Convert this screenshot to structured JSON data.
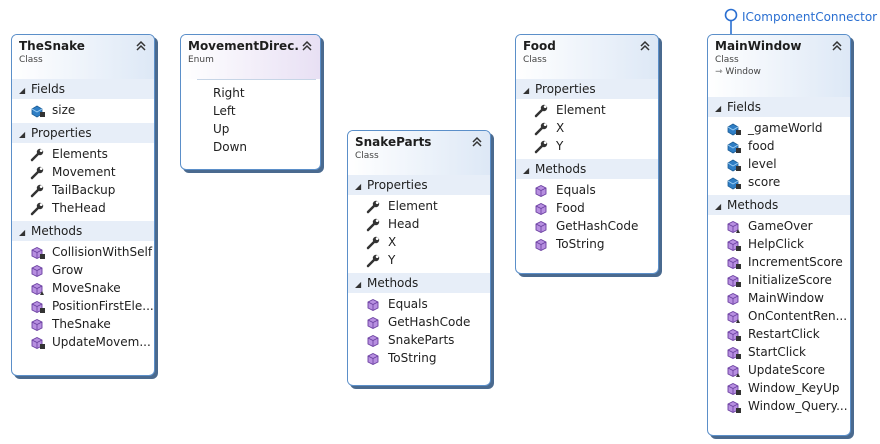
{
  "classes": {
    "snake": {
      "name": "TheSnake",
      "kind": "Class",
      "sections": {
        "fields": {
          "title": "Fields",
          "items": [
            "size"
          ]
        },
        "properties": {
          "title": "Properties",
          "items": [
            "Elements",
            "Movement",
            "TailBackup",
            "TheHead"
          ]
        },
        "methods": {
          "title": "Methods",
          "items": [
            "CollisionWithSelf",
            "Grow",
            "MoveSnake",
            "PositionFirstEle...",
            "TheSnake",
            "UpdateMovem..."
          ]
        }
      }
    },
    "movement": {
      "name": "MovementDirec...",
      "kind": "Enum",
      "values": [
        "Right",
        "Left",
        "Up",
        "Down"
      ]
    },
    "parts": {
      "name": "SnakeParts",
      "kind": "Class",
      "sections": {
        "properties": {
          "title": "Properties",
          "items": [
            "Element",
            "Head",
            "X",
            "Y"
          ]
        },
        "methods": {
          "title": "Methods",
          "items": [
            "Equals",
            "GetHashCode",
            "SnakeParts",
            "ToString"
          ]
        }
      }
    },
    "food": {
      "name": "Food",
      "kind": "Class",
      "sections": {
        "properties": {
          "title": "Properties",
          "items": [
            "Element",
            "X",
            "Y"
          ]
        },
        "methods": {
          "title": "Methods",
          "items": [
            "Equals",
            "Food",
            "GetHashCode",
            "ToString"
          ]
        }
      }
    },
    "main": {
      "name": "MainWindow",
      "kind": "Class",
      "base": "Window",
      "interface": "IComponentConnector",
      "sections": {
        "fields": {
          "title": "Fields",
          "items": [
            "_gameWorld",
            "food",
            "level",
            "score"
          ]
        },
        "methods": {
          "title": "Methods",
          "items": [
            "GameOver",
            "HelpClick",
            "IncrementScore",
            "InitializeScore",
            "MainWindow",
            "OnContentRen...",
            "RestartClick",
            "StartClick",
            "UpdateScore",
            "Window_KeyUp",
            "Window_Query..."
          ]
        }
      }
    }
  }
}
